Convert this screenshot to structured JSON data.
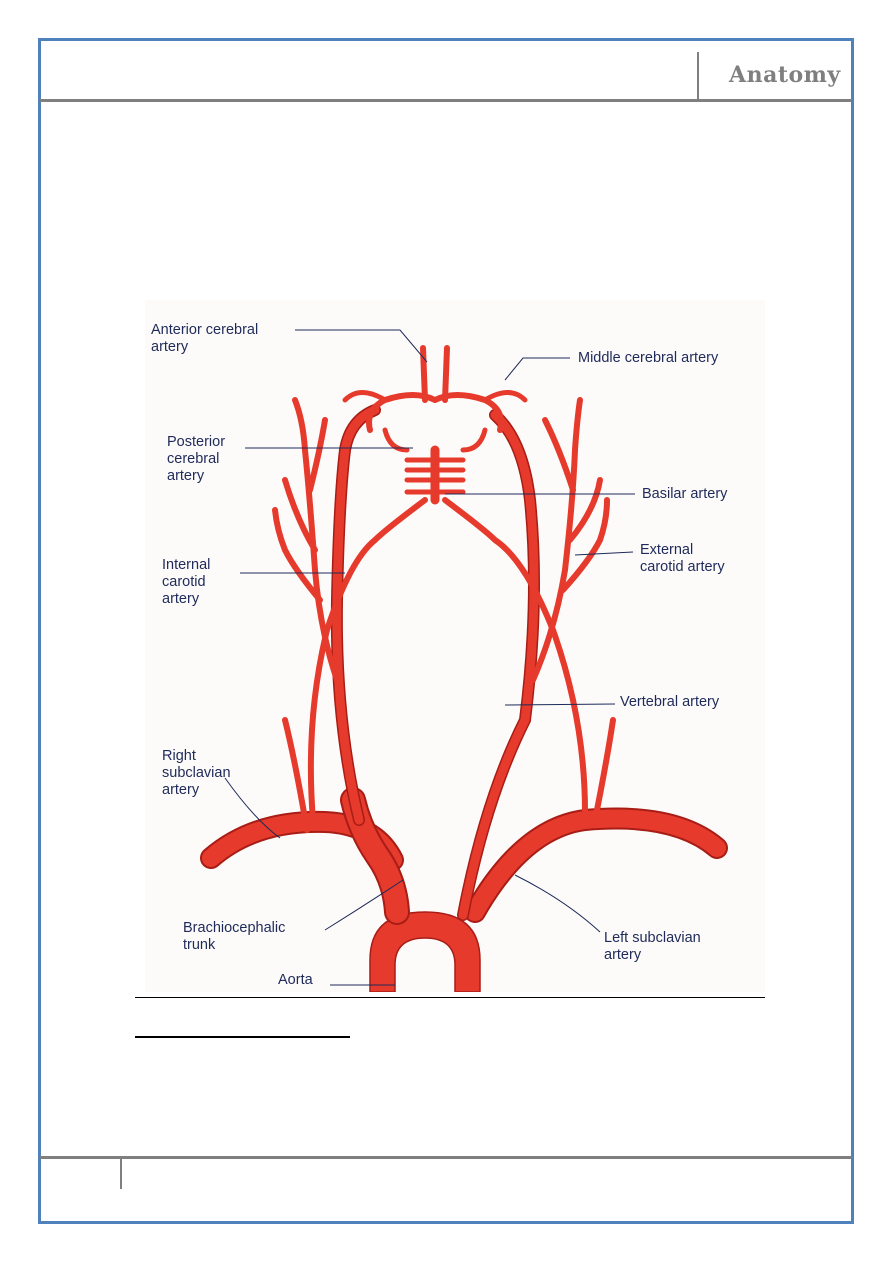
{
  "header": {
    "title": "Anatomy"
  },
  "figure": {
    "labels": {
      "anterior_cerebral": "Anterior cerebral\nartery",
      "middle_cerebral": "Middle cerebral artery",
      "posterior_cerebral": "Posterior\ncerebral\nartery",
      "basilar": "Basilar artery",
      "internal_carotid": "Internal\ncarotid\nartery",
      "external_carotid": "External\ncarotid artery",
      "vertebral": "Vertebral artery",
      "right_subclavian": "Right\nsubclavian\nartery",
      "brachiocephalic": "Brachiocephalic\ntrunk",
      "left_subclavian": "Left subclavian\nartery",
      "aorta": "Aorta"
    }
  },
  "colors": {
    "artery": "#e8362a",
    "artery_dark": "#b8201a",
    "frame": "#4f81bd",
    "rule": "#7f7f7f",
    "label_text": "#1e2a5a"
  }
}
